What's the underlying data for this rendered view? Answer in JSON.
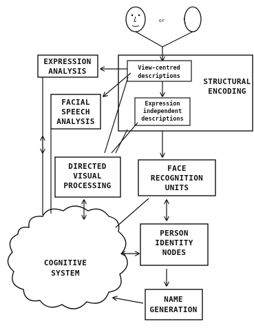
{
  "faces": {
    "connector": "or"
  },
  "boxes": {
    "expression_analysis": [
      "EXPRESSION",
      "ANALYSIS"
    ],
    "structural_encoding": [
      "STRUCTURAL",
      "ENCODING"
    ],
    "view_centred": [
      "View-centred",
      "descriptions"
    ],
    "expression_independent": [
      "Expression",
      "independent",
      "descriptions"
    ],
    "facial_speech": [
      "FACIAL",
      "SPEECH",
      "ANALYSIS"
    ],
    "directed_visual": [
      "DIRECTED",
      "VISUAL",
      "PROCESSING"
    ],
    "face_recognition": [
      "FACE",
      "RECOGNITION",
      "UNITS"
    ],
    "person_identity": [
      "PERSON",
      "IDENTITY",
      "NODES"
    ],
    "cognitive_system": [
      "COGNITIVE",
      "SYSTEM"
    ],
    "name_generation": [
      "NAME",
      "GENERATION"
    ]
  }
}
